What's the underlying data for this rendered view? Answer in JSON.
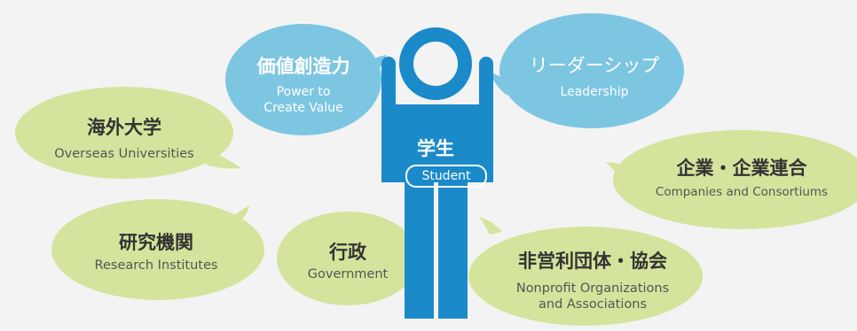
{
  "colors": {
    "background": "#f3f3f3",
    "figure_blue": "#1b8ac9",
    "skill_bubble": "#7dc6e2",
    "partner_bubble": "#d4e49c"
  },
  "student": {
    "jp": "学生",
    "en": "Student"
  },
  "skills": {
    "creativity": {
      "jp": "価値創造力",
      "en_line1": "Power to",
      "en_line2": "Create Value"
    },
    "leadership": {
      "jp": "リーダーシップ",
      "en": "Leadership"
    }
  },
  "partners": {
    "overseas": {
      "jp": "海外大学",
      "en": "Overseas Universities"
    },
    "research": {
      "jp": "研究機関",
      "en": "Research Institutes"
    },
    "government": {
      "jp": "行政",
      "en": "Government"
    },
    "nonprofit": {
      "jp": "非営利団体・協会",
      "en_line1": "Nonprofit Organizations",
      "en_line2": "and Associations"
    },
    "companies": {
      "jp": "企業・企業連合",
      "en": "Companies and Consortiums"
    }
  }
}
